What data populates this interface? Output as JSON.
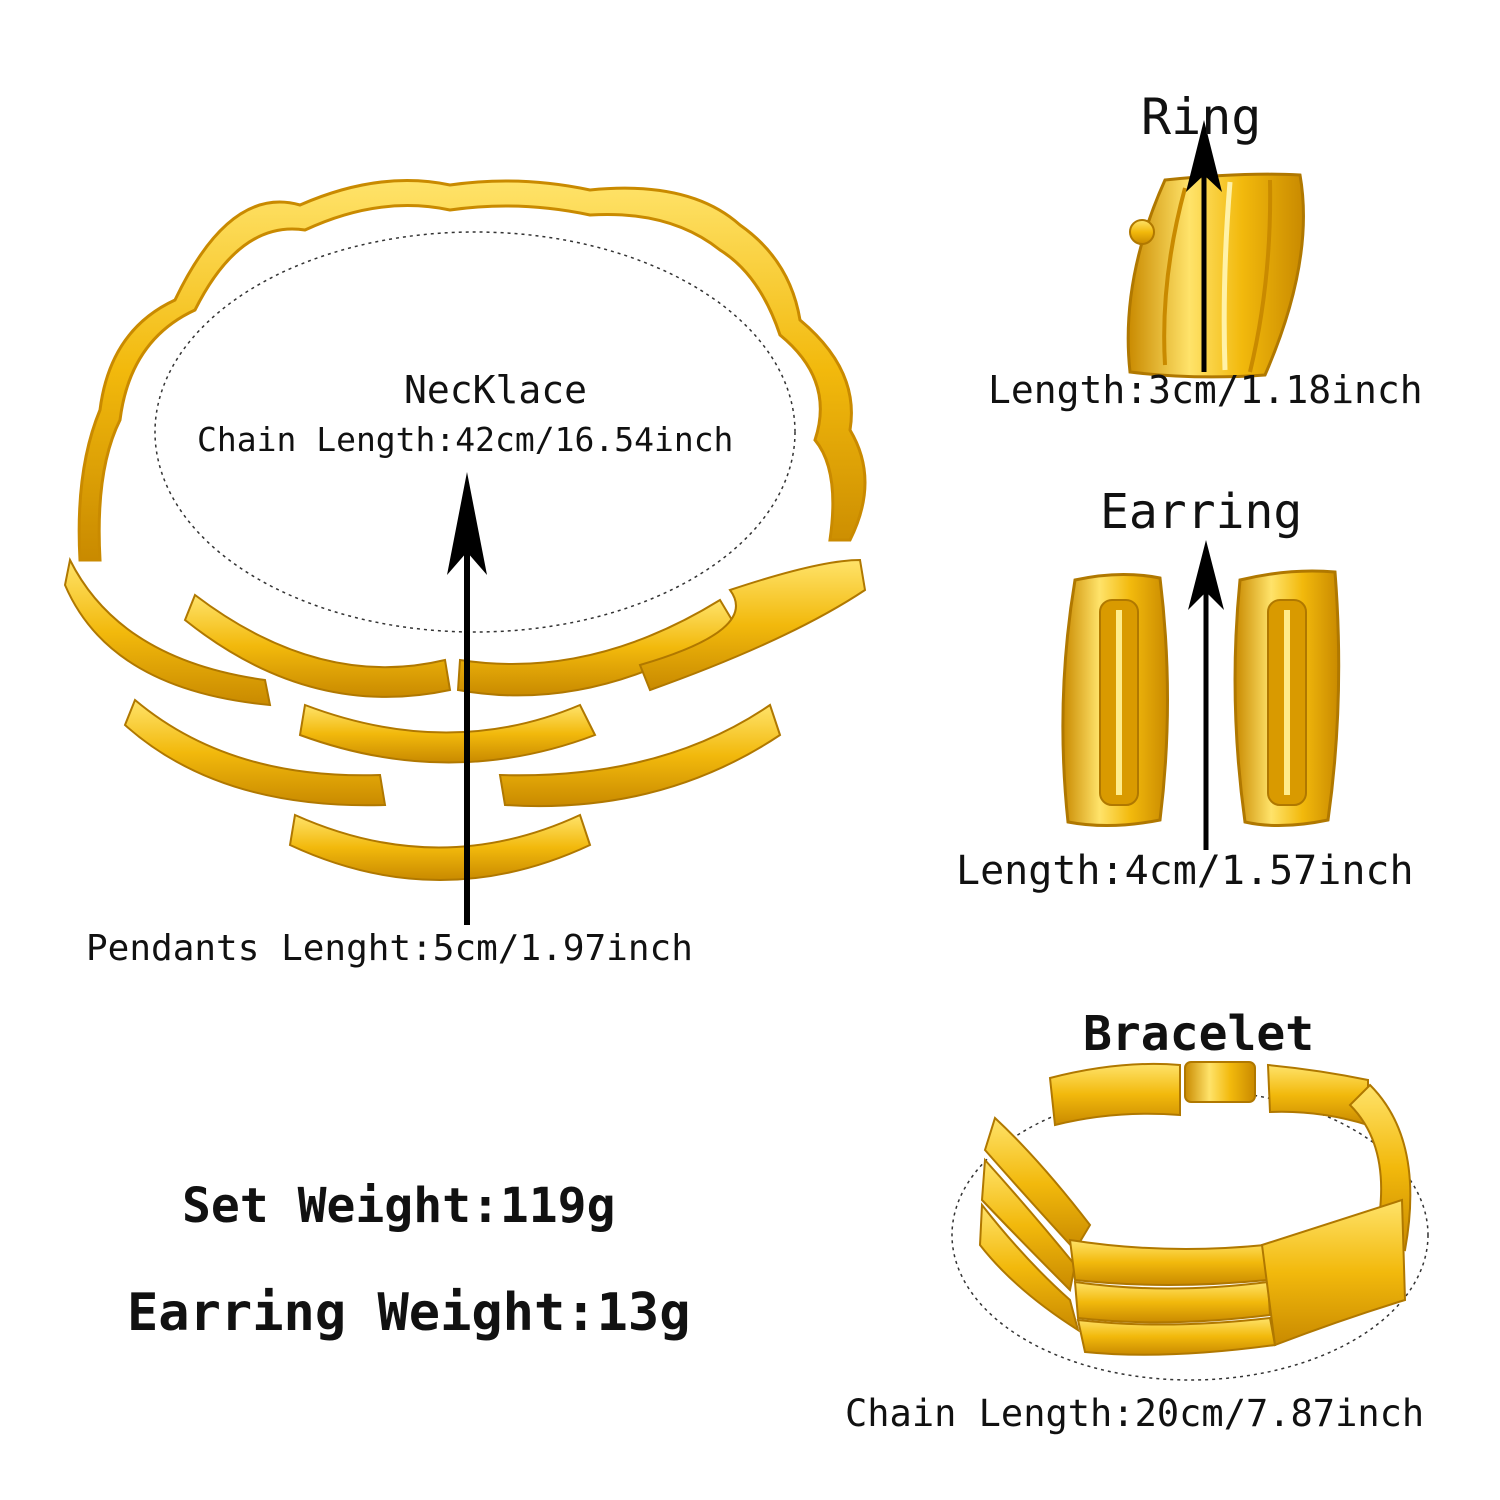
{
  "necklace": {
    "title": "NecKlace",
    "chain_length": "Chain Length:42cm/16.54inch",
    "pendant_length": "Pendants Lenght:5cm/1.97inch"
  },
  "ring": {
    "title": "Ring",
    "length": "Length:3cm/1.18inch"
  },
  "earring": {
    "title": "Earring",
    "length": "Length:4cm/1.57inch"
  },
  "bracelet": {
    "title": "Bracelet",
    "chain_length": "Chain Length:20cm/7.87inch"
  },
  "weights": {
    "set": "Set Weight:119g",
    "earring": "Earring Weight:13g"
  },
  "colors": {
    "gold": "#f2b90c",
    "gold_light": "#ffe36a",
    "gold_dark": "#c98a00",
    "text": "#111111"
  }
}
